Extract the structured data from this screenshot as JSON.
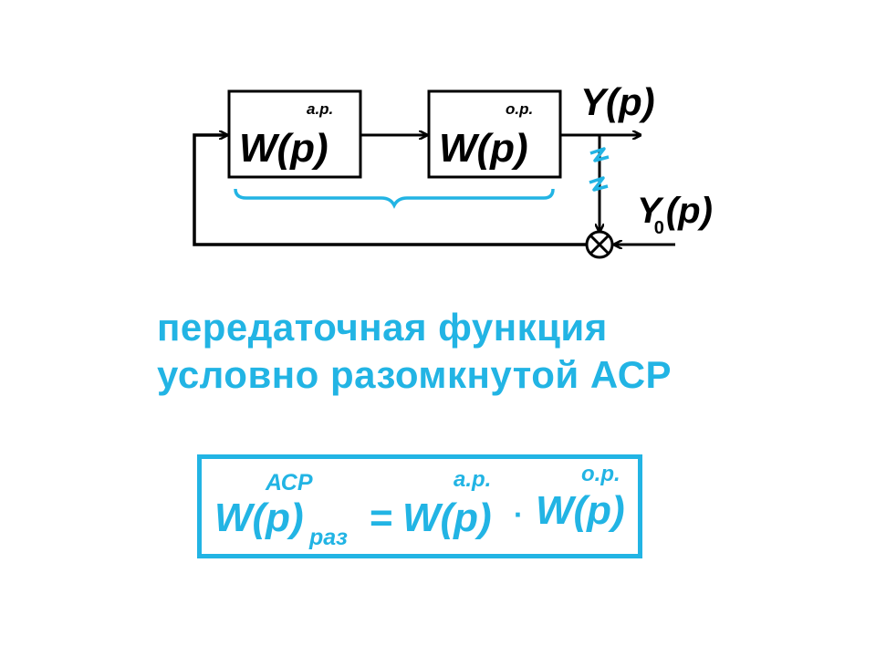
{
  "diagram": {
    "block1": {
      "main": "W(p)",
      "sup": "а.р."
    },
    "block2": {
      "main": "W(p)",
      "sup": "о.р."
    },
    "output": "Y(p)",
    "setpoint": {
      "main": "Y",
      "sub": "0",
      "rest": "(p)"
    }
  },
  "caption": {
    "line1": "передаточная функция",
    "line2": "условно разомкнутой АСР"
  },
  "formula": {
    "lhs": {
      "main": "W(p)",
      "sup": "АСР",
      "sub": "раз"
    },
    "equals": "=",
    "term1": {
      "main": "W(p)",
      "sup": "а.р."
    },
    "dot": "·",
    "term2": {
      "main": "W(p)",
      "sup": "о.р."
    }
  },
  "colors": {
    "accent": "#22b4e4",
    "line": "#000000"
  }
}
